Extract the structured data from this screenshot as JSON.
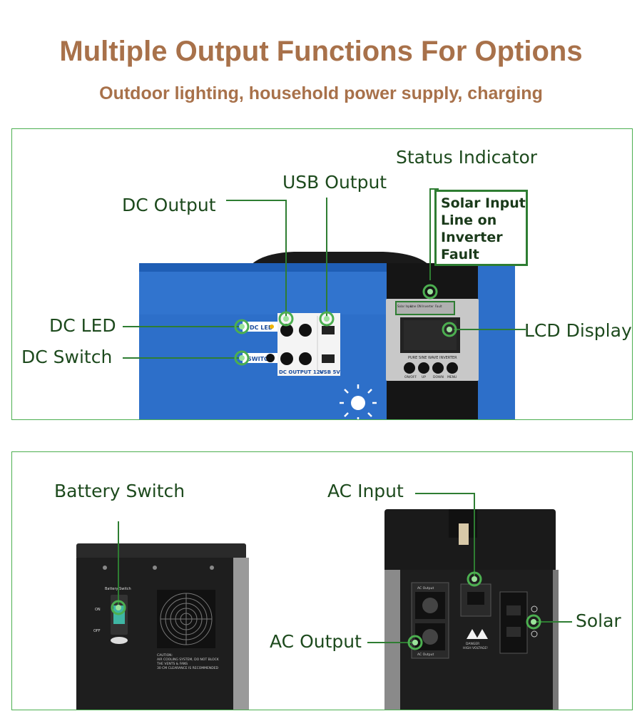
{
  "header": {
    "title": "Multiple Output Functions For Options",
    "subtitle": "Outdoor lighting, household power supply, charging"
  },
  "front_panel": {
    "labels": {
      "status_indicator": "Status Indicator",
      "usb_output": "USB Output",
      "dc_output": "DC Output",
      "dc_led": "DC LED",
      "dc_switch": "DC Switch",
      "lcd_display": "LCD Display"
    },
    "status_box_lines": [
      "Solar Input",
      "Line on",
      "Inverter",
      "Fault"
    ],
    "device_text": {
      "dc_led_tag": "DC LED",
      "switch_tag": "SWITCH",
      "dc_output_12v": "DC OUTPUT 12V",
      "usb_5v": "USB 5V",
      "indicator_labels": [
        "Solar Input",
        "Line ON",
        "Inverter",
        "Fault"
      ],
      "inverter_caption": "PURE SINE WAVE INVERTER",
      "buttons": [
        "ON/OFF",
        "UP",
        "DOWN",
        "MENU"
      ]
    }
  },
  "rear_panel": {
    "labels": {
      "battery_switch": "Battery Switch",
      "ac_input": "AC Input",
      "ac_output": "AC Output",
      "solar": "Solar"
    },
    "device_text": {
      "battery_switch_tag": "Battery Switch",
      "on": "ON",
      "off": "OFF",
      "caution_lines": [
        "CAUTION:",
        "AIR COOLING SYSTEM, DO NOT BLOCK",
        "THE VENTS & FANS",
        "30 CM CLEARANCE IS RECOMMENDED"
      ],
      "ac_output_tag": "AC Output",
      "danger_lines": [
        "DANGER",
        "HIGH VOLTAGE!"
      ]
    }
  },
  "colors": {
    "heading": "#a8714a",
    "frame": "#4caf50",
    "callout_line": "#2e7d32",
    "label_text": "#1d4a1d",
    "device_blue": "#2d6fc9",
    "device_black": "#1c1c1c"
  }
}
